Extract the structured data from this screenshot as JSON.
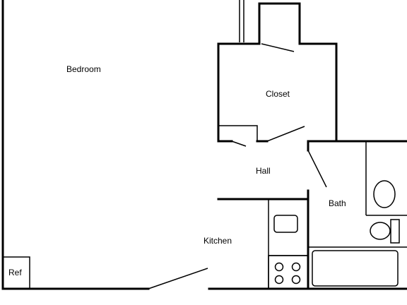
{
  "colors": {
    "line": "#000000",
    "background": "#ffffff"
  },
  "rooms": {
    "bedroom": "Bedroom",
    "closet": "Closet",
    "hall": "Hall",
    "bath": "Bath",
    "kitchen": "Kitchen",
    "ref": "Ref"
  }
}
